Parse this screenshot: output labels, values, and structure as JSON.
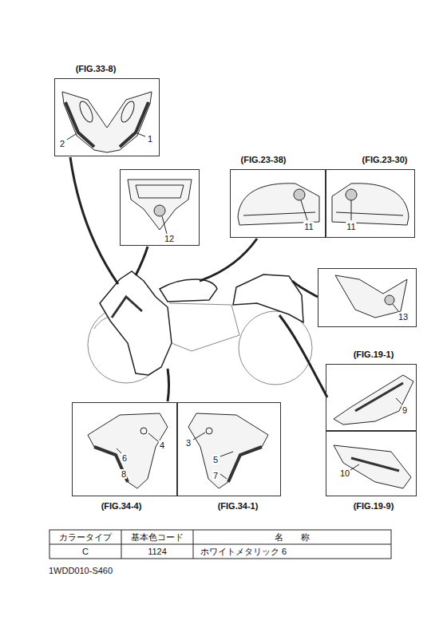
{
  "diagram": {
    "nodes": [
      {
        "text": [
          "(FIG.33-8)",
          "2",
          "1"
        ]
      },
      {
        "text": [
          "12"
        ]
      },
      {
        "text": [
          "(FIG.23-38)",
          "11"
        ]
      },
      {
        "text": [
          "(FIG.23-30)",
          "11"
        ]
      },
      {
        "text": [
          "13"
        ]
      },
      {
        "text": [
          "(FIG.19-1)",
          "9"
        ]
      },
      {
        "text": [
          "10",
          "(FIG.19-9)"
        ]
      },
      {
        "text": [
          "4",
          "6",
          "8",
          "(FIG.34-4)"
        ]
      },
      {
        "text": [
          "3",
          "5",
          "7",
          "(FIG.34-1)"
        ]
      }
    ],
    "labels": [
      "カラータイプ",
      "基本色コード",
      "名　　称",
      "C",
      "1124",
      "ホワイトメタリック 6",
      "1WDD010-S460"
    ]
  }
}
